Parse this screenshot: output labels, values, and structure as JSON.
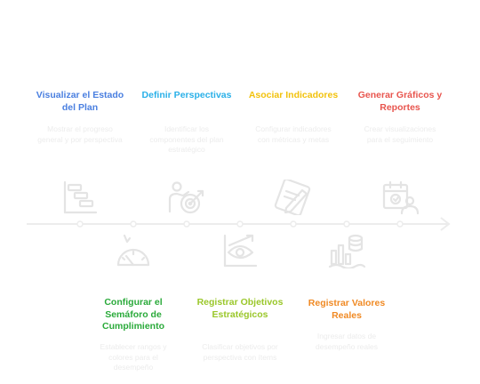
{
  "colors": {
    "line": "#ececec",
    "icon": "#e4e4e4",
    "blue": "#4a7fe0",
    "cyan": "#2ab0e8",
    "yellow": "#f2c20c",
    "red": "#e8554e",
    "green": "#2aaa3a",
    "lime": "#9ac72a",
    "orange": "#f08a24"
  },
  "steps": [
    {
      "title": "Visualizar el Estado del Plan",
      "description": "Mostrar el progreso general y por perspectiva",
      "color": "blue",
      "icon": "gantt-chart-icon"
    },
    {
      "title": "Definir Perspectivas",
      "description": "Identificar los componentes del plan estratégico",
      "color": "cyan",
      "icon": "target-person-icon"
    },
    {
      "title": "Asociar Indicadores",
      "description": "Configurar indicadores con métricas y metas",
      "color": "yellow",
      "icon": "edit-document-icon"
    },
    {
      "title": "Generar Gráficos y Reportes",
      "description": "Crear visualizaciones para el seguimiento",
      "color": "red",
      "icon": "calendar-person-icon"
    },
    {
      "title": "Configurar el Semáforo de Cumplimiento",
      "description": "Establecer rangos y colores para el desempeño",
      "color": "green",
      "icon": "speedometer-icon"
    },
    {
      "title": "Registrar Objetivos Estratégicos",
      "description": "Clasificar objetivos por perspectiva con ítems",
      "color": "lime",
      "icon": "growth-chart-icon"
    },
    {
      "title": "Registrar Valores Reales",
      "description": "Ingresar datos de desempeño reales",
      "color": "orange",
      "icon": "database-chart-icon"
    }
  ]
}
